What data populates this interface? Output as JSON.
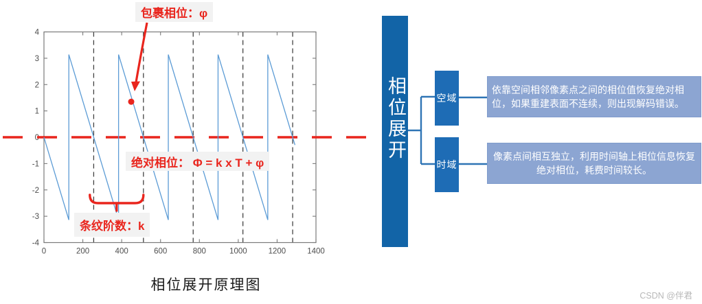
{
  "chart_data": {
    "type": "line",
    "title": "相位展开原理图",
    "series": [
      {
        "name": "wrapped-phase-sawtooth",
        "description": "wrapped phase, descending sawtooth",
        "period": 256,
        "amplitude": 3.14,
        "x_start": 0,
        "y_start": 0,
        "x_end": 1292
      }
    ],
    "xlim": [
      0,
      1400
    ],
    "ylim": [
      -4,
      4
    ],
    "xticks": [
      0,
      200,
      400,
      600,
      800,
      1000,
      1200,
      1400
    ],
    "yticks": [
      4,
      3,
      2,
      1,
      0,
      -1,
      -2,
      -3,
      -4
    ],
    "dashed_vlines_x": [
      256,
      512,
      768,
      1024,
      1280
    ],
    "zero_dashed_line_y": 0,
    "marked_point": {
      "x": 449,
      "y": 1.35
    },
    "brace_x_range": [
      236,
      512
    ],
    "grid": false,
    "legend": false
  },
  "plot_annotations": {
    "wrapped_phase_label": "包裹相位：φ",
    "absolute_phase_label": "绝对相位：  Φ = k x T + φ",
    "fringe_order_label": "条纹阶数：k",
    "caption": "相位展开原理图"
  },
  "flowchart": {
    "root_label": "相位展开",
    "branches": [
      {
        "label": "空域",
        "description": "依靠空间相邻像素点之间的相位值恢复绝对相位，如果重建表面不连续，则出现解码错误。"
      },
      {
        "label": "时域",
        "description": "像素点间相互独立，利用时间轴上相位信息恢复绝对相位，耗费时间较长。"
      }
    ]
  },
  "watermark": "CSDN @伴君",
  "colors": {
    "accent_red": "#e9251d",
    "curve_blue": "#5b9bd5",
    "axis_gray": "#7a7a7a",
    "tick_label_gray": "#4d4d4d",
    "dashed_vline_gray": "#3c3c3c",
    "root_bar_blue": "#1264a7",
    "node_blue": "#1e6cb5",
    "desc_box_blue": "#8ca5d2",
    "connector_blue": "#2e74b5",
    "label_bg_gray": "#f2f2f2",
    "watermark_gray": "#b8b8b8"
  }
}
